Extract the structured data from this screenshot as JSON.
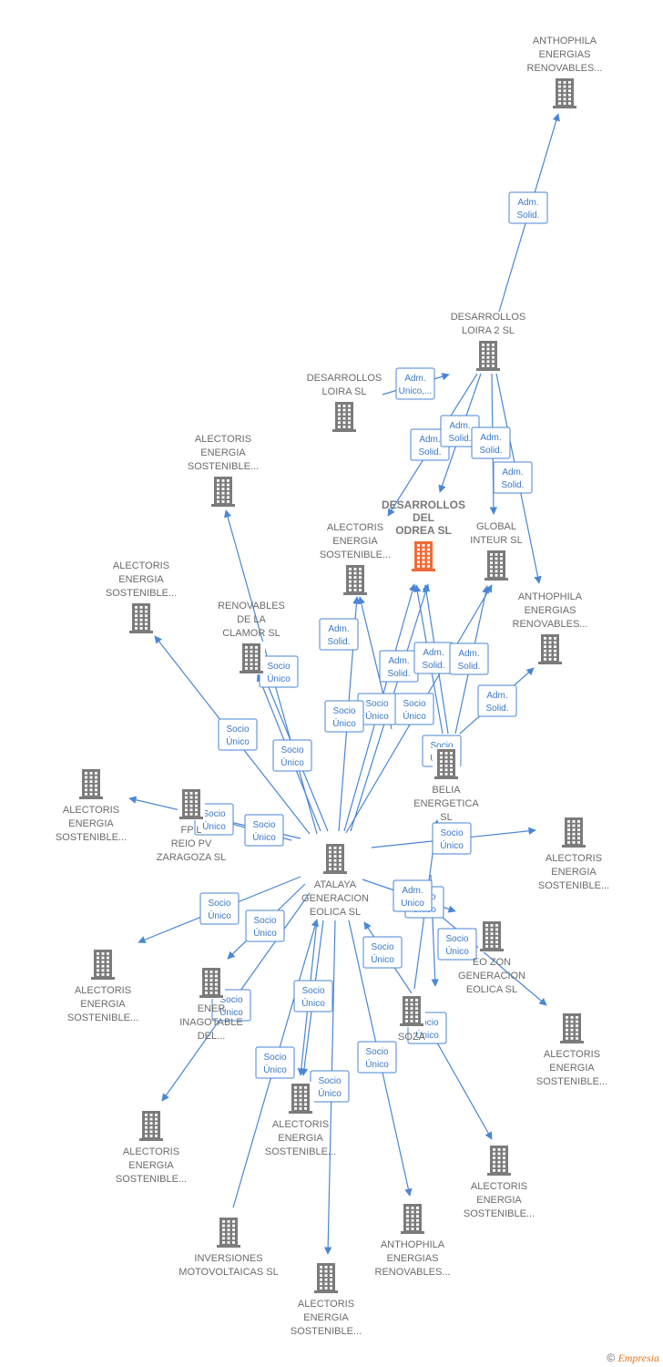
{
  "colors": {
    "edge": "#4a86d4",
    "building": "#7b7b7b",
    "main_building": "#f06a35"
  },
  "nodes": [
    {
      "id": "anthophila_top",
      "lines": [
        "ANTHOPHILA",
        "ENERGIAS",
        "RENOVABLES..."
      ]
    },
    {
      "id": "loira2",
      "lines": [
        "DESARROLLOS",
        "LOIRA 2  SL"
      ]
    },
    {
      "id": "loira",
      "lines": [
        "DESARROLLOS",
        "LOIRA SL"
      ]
    },
    {
      "id": "alectoris_1",
      "lines": [
        "ALECTORIS",
        "ENERGIA",
        "SOSTENIBLE..."
      ]
    },
    {
      "id": "odrea",
      "lines": [
        "DESARROLLOS",
        "DEL",
        "ODREA  SL"
      ],
      "main": true
    },
    {
      "id": "alectoris_2",
      "lines": [
        "ALECTORIS",
        "ENERGIA",
        "SOSTENIBLE..."
      ]
    },
    {
      "id": "global",
      "lines": [
        "GLOBAL",
        "INTEUR  SL"
      ]
    },
    {
      "id": "alectoris_3",
      "lines": [
        "ALECTORIS",
        "ENERGIA",
        "SOSTENIBLE..."
      ]
    },
    {
      "id": "anthophila_mid",
      "lines": [
        "ANTHOPHILA",
        "ENERGIAS",
        "RENOVABLES..."
      ]
    },
    {
      "id": "clamor",
      "lines": [
        "RENOVABLES",
        "DE LA",
        "CLAMOR SL"
      ]
    },
    {
      "id": "belia",
      "lines": [
        "BELIA",
        "ENERGETICA",
        "SL"
      ]
    },
    {
      "id": "alectoris_4",
      "lines": [
        "ALECTORIS",
        "ENERGIA",
        "SOSTENIBLE..."
      ]
    },
    {
      "id": "fp",
      "lines": [
        "FP L",
        "REIO PV",
        "ZARAGOZA  SL"
      ]
    },
    {
      "id": "atalaya",
      "lines": [
        "ATALAYA",
        "GENERACION",
        "EOLICA  SL"
      ]
    },
    {
      "id": "alectoris_5",
      "lines": [
        "ALECTORIS",
        "ENERGIA",
        "SOSTENIBLE..."
      ]
    },
    {
      "id": "eozon",
      "lines": [
        "EO  ZON",
        "GENERACION",
        "EOLICA  SL"
      ]
    },
    {
      "id": "alectoris_6",
      "lines": [
        "ALECTORIS",
        "ENERGIA",
        "SOSTENIBLE..."
      ]
    },
    {
      "id": "inagotable",
      "lines": [
        "ENER",
        "INAGOTABLE",
        "DEL..."
      ]
    },
    {
      "id": "soza",
      "lines": [
        "SOZA"
      ]
    },
    {
      "id": "alectoris_7",
      "lines": [
        "ALECTORIS",
        "ENERGIA",
        "SOSTENIBLE..."
      ]
    },
    {
      "id": "alectoris_8",
      "lines": [
        "ALECTORIS",
        "ENERGIA",
        "SOSTENIBLE..."
      ]
    },
    {
      "id": "alectoris_9",
      "lines": [
        "ALECTORIS",
        "ENERGIA",
        "SOSTENIBLE..."
      ]
    },
    {
      "id": "alectoris_10",
      "lines": [
        "ALECTORIS",
        "ENERGIA",
        "SOSTENIBLE..."
      ]
    },
    {
      "id": "anthophila_bottom",
      "lines": [
        "ANTHOPHILA",
        "ENERGIAS",
        "RENOVABLES..."
      ]
    },
    {
      "id": "inversiones",
      "lines": [
        "INVERSIONES",
        "MOTOVOLTAICAS SL"
      ]
    },
    {
      "id": "alectoris_11",
      "lines": [
        "ALECTORIS",
        "ENERGIA",
        "SOSTENIBLE..."
      ]
    }
  ],
  "edges": [
    {
      "from": "loira2",
      "to": "anthophila_top",
      "label": [
        "Adm.",
        "Solid."
      ]
    },
    {
      "from": "loira",
      "to": "loira2",
      "label": [
        "Adm.",
        "Unico,..."
      ]
    },
    {
      "from": "loira2",
      "to": "odrea",
      "label": [
        "Adm.",
        "Solid."
      ]
    },
    {
      "from": "loira2",
      "to": "odrea",
      "label": [
        "Adm.",
        "Solid."
      ]
    },
    {
      "from": "loira2",
      "to": "global",
      "label": [
        "Adm.",
        "Solid."
      ]
    },
    {
      "from": "loira2",
      "to": "anthophila_mid",
      "label": [
        "Adm.",
        "Solid."
      ]
    },
    {
      "from": "atalaya",
      "to": "alectoris_2",
      "label": [
        "Adm.",
        "Solid."
      ]
    },
    {
      "from": "belia",
      "to": "alectoris_2",
      "label": [
        "Adm.",
        "Solid."
      ]
    },
    {
      "from": "belia",
      "to": "odrea",
      "label": [
        "Adm.",
        "Solid."
      ]
    },
    {
      "from": "belia",
      "to": "global",
      "label": [
        "Adm.",
        "Solid."
      ]
    },
    {
      "from": "belia",
      "to": "anthophila_mid",
      "label": [
        "Adm.",
        "Solid."
      ]
    },
    {
      "from": "atalaya",
      "to": "alectoris_1",
      "label": [
        "Socio",
        "Único"
      ]
    },
    {
      "from": "atalaya",
      "to": "clamor",
      "label": [
        "Socio",
        "Único"
      ]
    },
    {
      "from": "atalaya",
      "to": "alectoris_3",
      "label": [
        "Socio",
        "Único"
      ]
    },
    {
      "from": "atalaya",
      "to": "clamor",
      "label": [
        "Socio",
        "Único"
      ]
    },
    {
      "from": "atalaya",
      "to": "alectoris_4",
      "label": [
        "Socio",
        "Único"
      ]
    },
    {
      "from": "atalaya",
      "to": "fp",
      "label": [
        "Socio",
        "Único"
      ]
    },
    {
      "from": "atalaya",
      "to": "odrea",
      "label": [
        "Socio",
        "Único"
      ]
    },
    {
      "from": "atalaya",
      "to": "odrea",
      "label": [
        "Socio",
        "Único"
      ]
    },
    {
      "from": "atalaya",
      "to": "global",
      "label": [
        "Socio",
        "Único"
      ]
    },
    {
      "from": "atalaya",
      "to": "loira",
      "label": [
        "Socio",
        "Único"
      ]
    },
    {
      "from": "atalaya",
      "to": "alectoris_5",
      "label": [
        "Socio",
        "Único"
      ]
    },
    {
      "from": "atalaya",
      "to": "belia",
      "label": [
        "Socio",
        "Único"
      ]
    },
    {
      "from": "atalaya",
      "to": "eozon",
      "label": [
        "Socio",
        "Único"
      ]
    },
    {
      "from": "atalaya",
      "to": "alectoris_6",
      "label": [
        "Socio",
        "Único"
      ]
    },
    {
      "from": "atalaya",
      "to": "inagotable",
      "label": [
        "Socio",
        "Único"
      ]
    },
    {
      "from": "atalaya",
      "to": "alectoris_7",
      "label": [
        "Socio",
        "Único"
      ]
    },
    {
      "from": "atalaya",
      "to": "alectoris_8",
      "label": [
        "Socio",
        "Único"
      ]
    },
    {
      "from": "atalaya",
      "to": "alectoris_9",
      "label": [
        "Socio",
        "Único"
      ]
    },
    {
      "from": "atalaya",
      "to": "alectoris_10",
      "label": [
        "Socio",
        "Único"
      ]
    },
    {
      "from": "atalaya",
      "to": "anthophila_bottom",
      "label": [
        "Socio",
        "Único"
      ]
    },
    {
      "from": "atalaya",
      "to": "alectoris_11",
      "label": [
        "Socio",
        "Único"
      ]
    },
    {
      "from": "inversiones",
      "to": "atalaya",
      "label": [
        "Socio",
        "Único"
      ]
    },
    {
      "from": "soza",
      "to": "atalaya",
      "label": [
        "Adm.",
        "Solid."
      ]
    },
    {
      "from": "soza",
      "to": "belia",
      "label": [
        "Adm.",
        "Unico"
      ]
    },
    {
      "from": "atalaya",
      "to": "eozon",
      "label": [
        "Socio",
        "Único"
      ]
    }
  ],
  "footer": {
    "copyright": "©",
    "brand": "Empresia"
  }
}
